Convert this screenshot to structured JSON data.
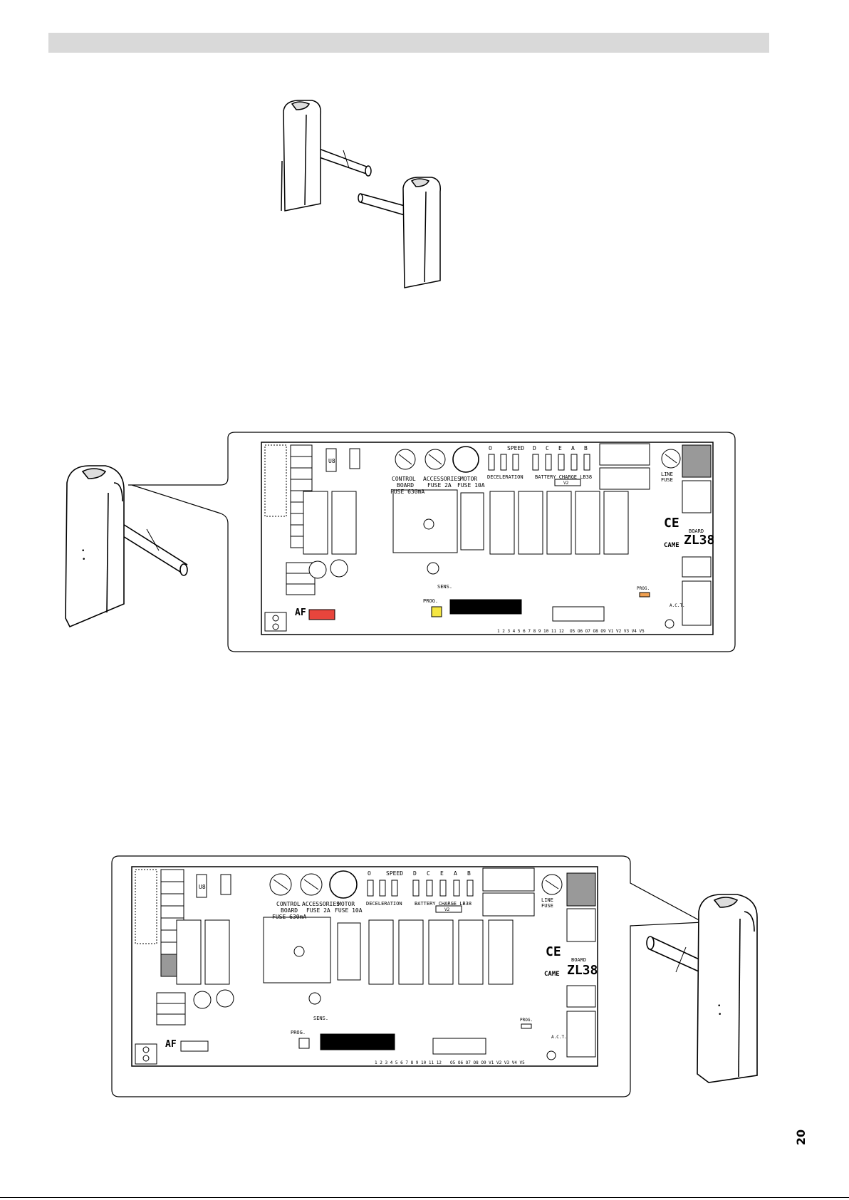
{
  "page": {
    "number": "20"
  },
  "board": {
    "model": "ZL38",
    "board_label": "BOARD",
    "brand": "CAME",
    "ce_mark": "CE",
    "ic_label": "U8",
    "fuse_control": [
      "CONTROL",
      "BOARD",
      "FUSE 630mA"
    ],
    "fuse_accessories": [
      "ACCESSORIES",
      "FUSE 2A"
    ],
    "fuse_motor": [
      "MOTOR",
      "FUSE 10A"
    ],
    "line_fuse": [
      "LINE",
      "FUSE"
    ],
    "trim_labels": [
      "O",
      "SPEED",
      "D",
      "C",
      "E",
      "A",
      "B"
    ],
    "deceleration_label": "DECELERATION",
    "battery_charge_label": "BATTERY CHARGE LB38",
    "v2_box": "V2",
    "prog_label": "PROG.",
    "sens_label": "SENS.",
    "act_label": "A.C.T.",
    "af_label": "AF",
    "dip_numbers": "1 2 3 4 5 6 7 8 9 10 11 12",
    "bottom_labels": "O5 O6 O7 O8 O9  V1 V2 V3 V4 V5"
  },
  "colors": {
    "header_bar": "#d9d9d9",
    "prog_led_top": "#f5e642",
    "af_connector_top": "#e8453c"
  }
}
